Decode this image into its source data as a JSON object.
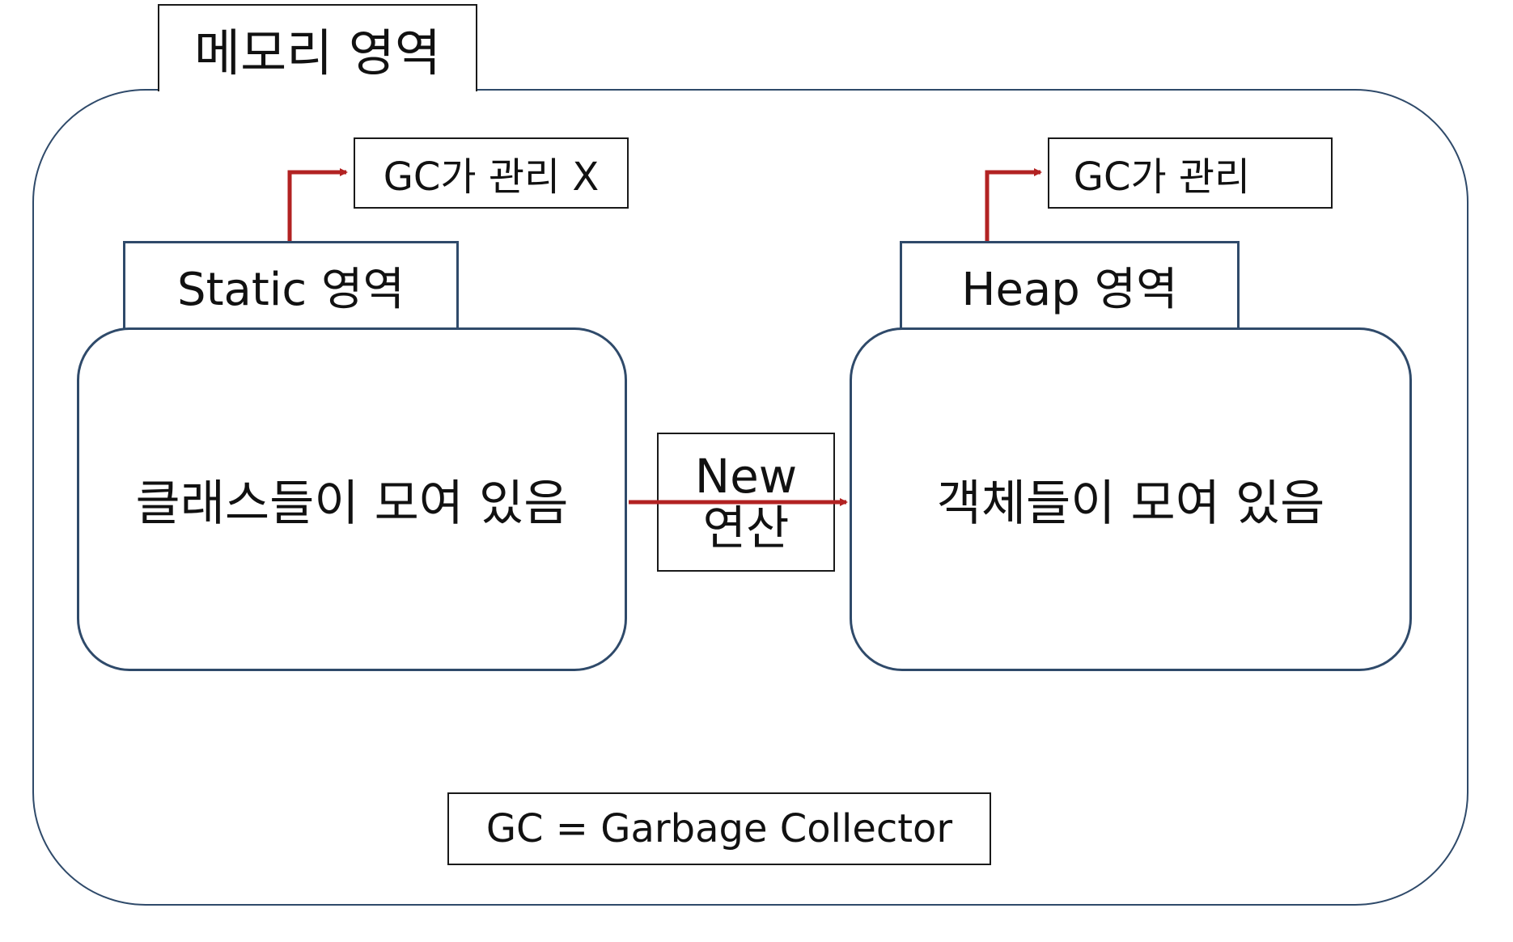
{
  "memory_area": {
    "title": "메모리 영역"
  },
  "static_area": {
    "title": "Static 영역",
    "content": "클래스들이 모여 있음",
    "gc_note": "GC가 관리 X"
  },
  "heap_area": {
    "title": "Heap 영역",
    "content": "객체들이 모여 있음",
    "gc_note": "GC가 관리"
  },
  "new_operation": {
    "line1": "New",
    "line2": "연산"
  },
  "legend": {
    "text": "GC = Garbage Collector"
  },
  "colors": {
    "arrow": "#b22222",
    "box_border": "#2f4a6a"
  }
}
